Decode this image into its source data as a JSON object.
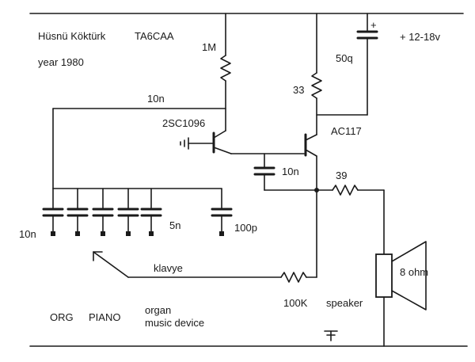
{
  "author": "Hüsnü Köktürk",
  "callsign": "TA6CAA",
  "year": "year  1980",
  "supply": "+   12-18v",
  "plus_sign": "+",
  "components": {
    "r_1m": "1M",
    "r_33": "33",
    "c_50q": "50q",
    "c_10n_top": "10n",
    "t1": "2SC1096",
    "t2": "AC117",
    "c_10n_mid": "10n",
    "r_39": "39",
    "c_10n_bottom": "10n",
    "c_5n": "5n",
    "c_100p": "100p",
    "r_100k": "100K",
    "speaker_ohm": "8 ohm"
  },
  "labels": {
    "klavye": "klavye",
    "speaker": "speaker",
    "org": "ORG",
    "piano": "PIANO",
    "organ_line1": "organ",
    "organ_line2": "music device"
  }
}
